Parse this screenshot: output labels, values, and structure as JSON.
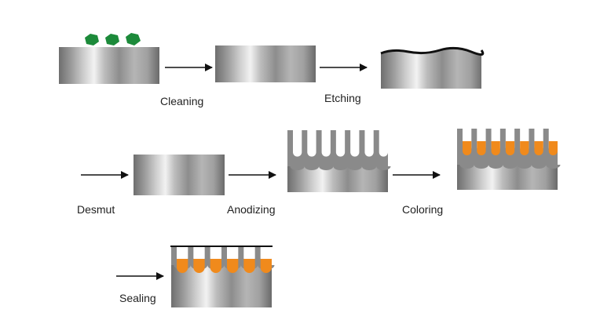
{
  "diagram": {
    "steps": [
      {
        "id": "cleaning",
        "label": "Cleaning"
      },
      {
        "id": "etching",
        "label": "Etching"
      },
      {
        "id": "desmut",
        "label": "Desmut"
      },
      {
        "id": "anodizing",
        "label": "Anodizing"
      },
      {
        "id": "coloring",
        "label": "Coloring"
      },
      {
        "id": "sealing",
        "label": "Sealing"
      }
    ],
    "colors": {
      "contaminant": "#1c8a3a",
      "dye": "#f08a1c",
      "oxide": "#8a8a8a",
      "arrow": "#111111",
      "label": "#222222"
    }
  }
}
